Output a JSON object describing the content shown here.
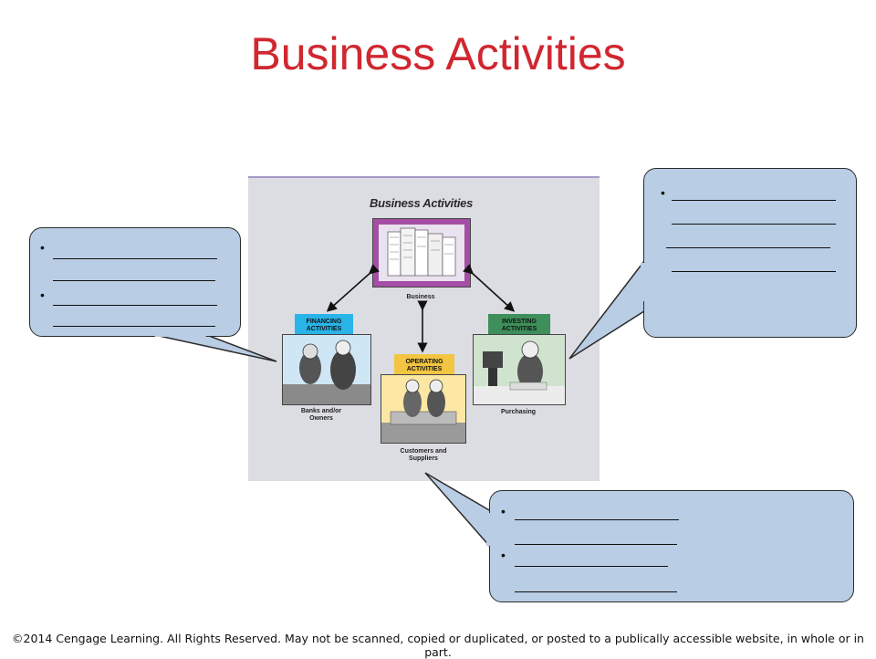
{
  "slide": {
    "title": "Business Activities",
    "footer": "©2014 Cengage Learning. All Rights Reserved. May not be scanned, copied or duplicated, or posted to a publically accessible website, in whole or in part."
  },
  "figure": {
    "title": "Business Activities",
    "business_label": "Business",
    "financing_tag": "FINANCING\nACTIVITIES",
    "operating_tag": "OPERATING\nACTIVITIES",
    "investing_tag": "INVESTING\nACTIVITIES",
    "financing_caption": "Banks and/or\nOwners",
    "operating_caption": "Customers and\nSuppliers",
    "investing_caption": "Purchasing"
  },
  "callouts": {
    "bullet_glyph": "•"
  },
  "colors": {
    "title": "#d02730",
    "callout_fill": "#b9cde4",
    "financing_tag": "#29b4e8",
    "operating_tag": "#f2c542",
    "investing_tag": "#3e8f5a",
    "business_frame": "#a54ea5"
  }
}
